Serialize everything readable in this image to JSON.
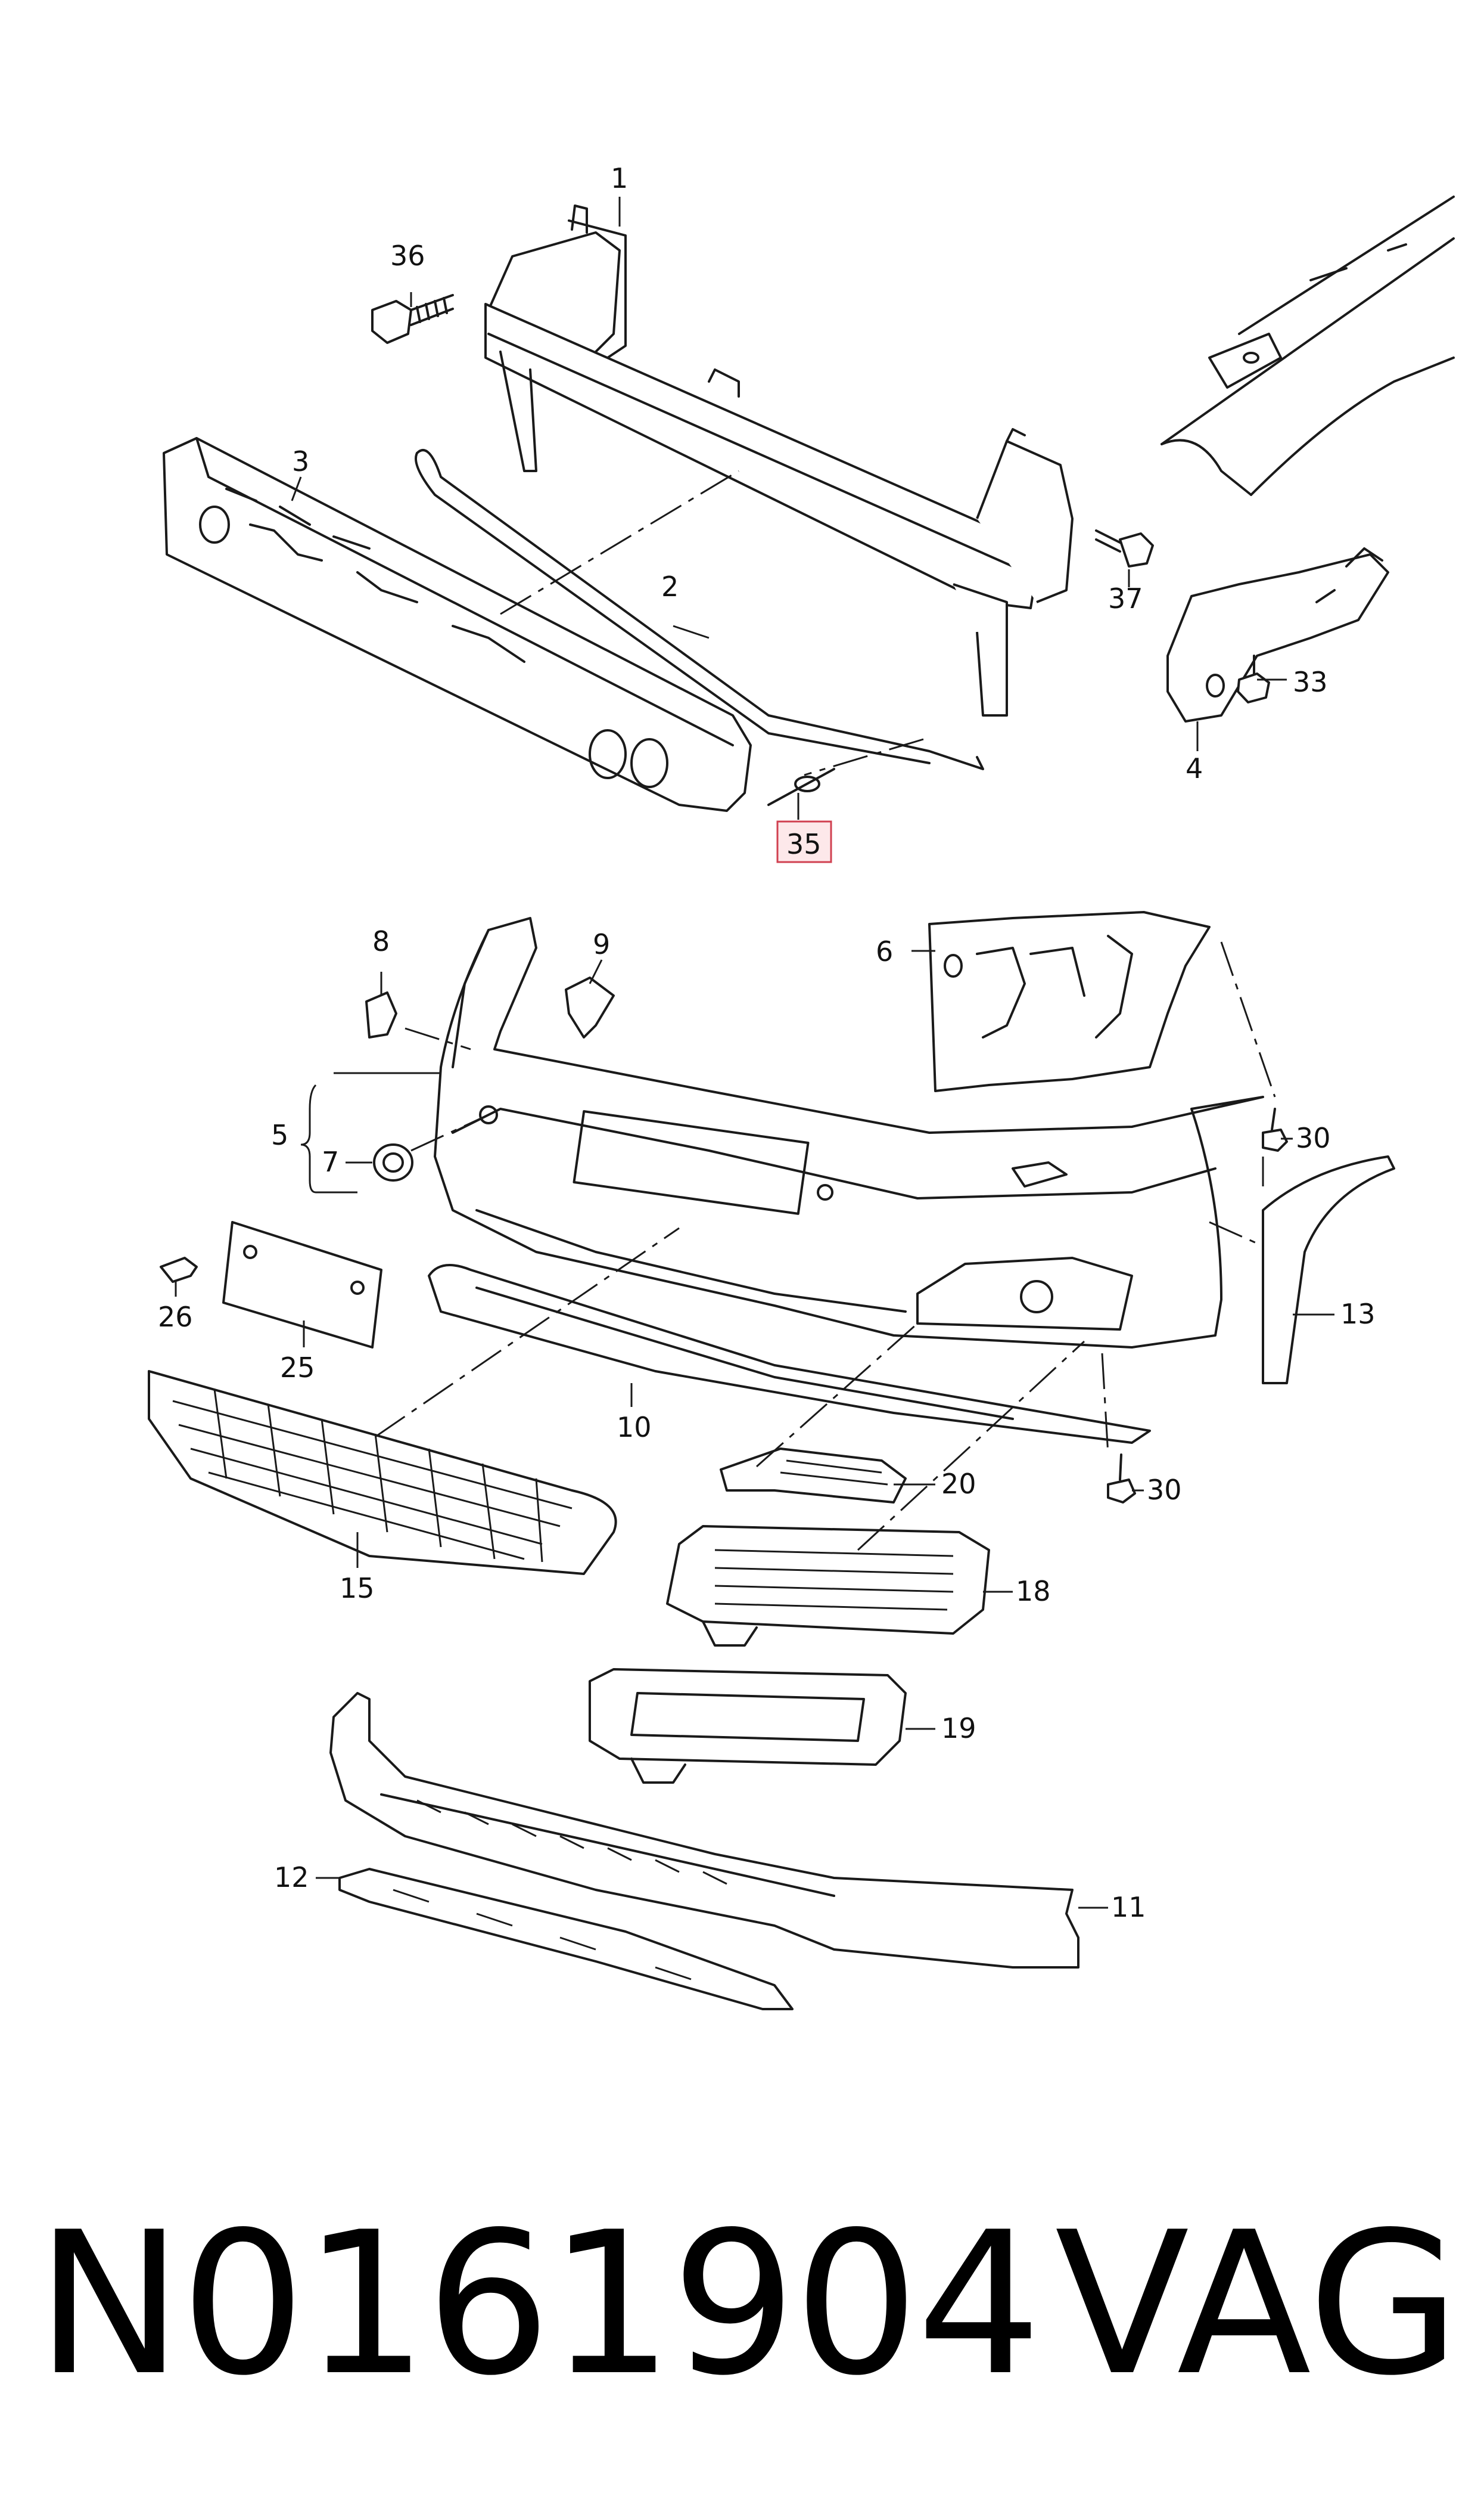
{
  "callouts": {
    "c1": "1",
    "c2": "2",
    "c3": "3",
    "c4": "4",
    "c5": "5",
    "c6": "6",
    "c7": "7",
    "c8": "8",
    "c9": "9",
    "c10": "10",
    "c11": "11",
    "c12": "12",
    "c13": "13",
    "c15": "15",
    "c18": "18",
    "c19": "19",
    "c20": "20",
    "c25": "25",
    "c26": "26",
    "c30a": "30",
    "c30b": "30",
    "c33": "33",
    "c35": "35",
    "c36": "36",
    "c37": "37"
  },
  "footer": {
    "part_number": "N0161904",
    "brand": "VAG"
  },
  "colors": {
    "line": "#1a1a1a",
    "highlight_fill": "#fde8ea",
    "highlight_border": "#d04050"
  }
}
